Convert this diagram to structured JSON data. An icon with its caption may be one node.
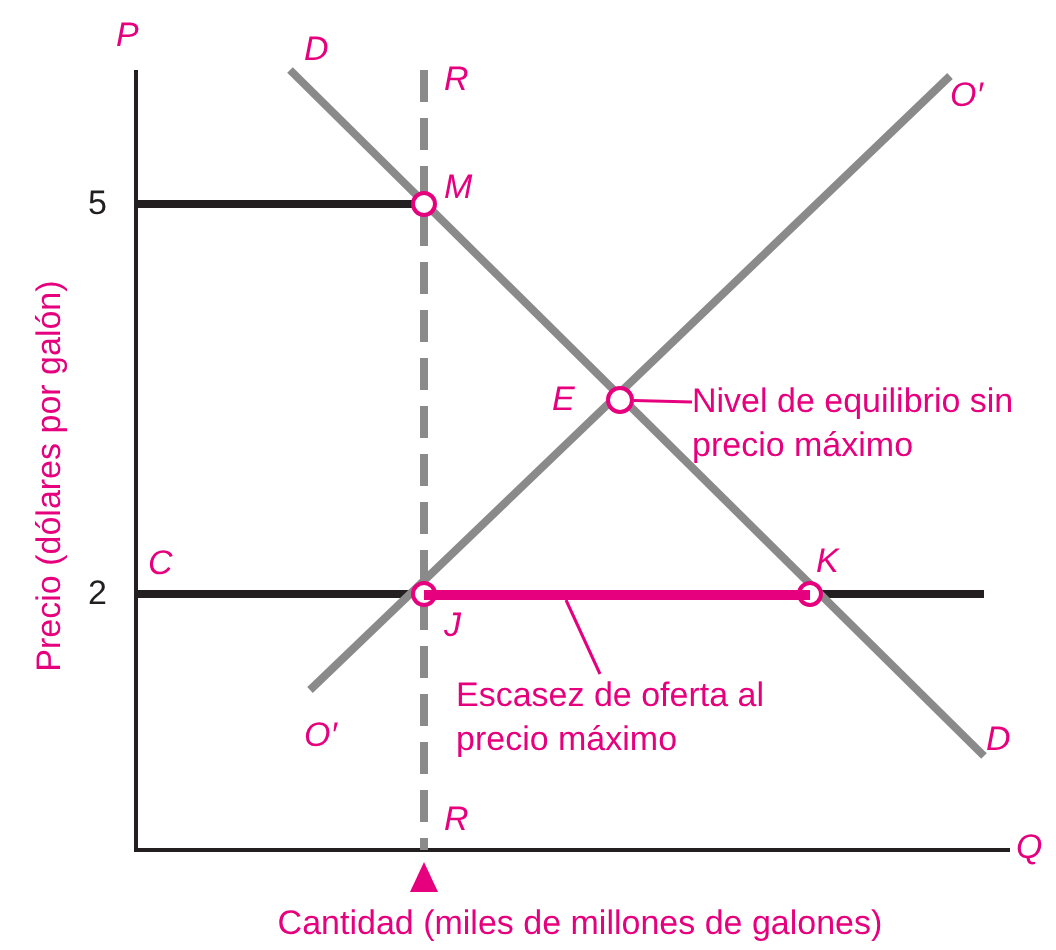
{
  "diagram": {
    "nodes": [
      {
        "text": [],
        "shape": "circle"
      },
      {
        "text": [
          "Nivel de equilibrio sin precio máximo"
        ]
      },
      {
        "text": [],
        "shape": "bar"
      },
      {
        "text": [
          "Escasez de oferta al precio máximo"
        ]
      }
    ],
    "edges": [
      {
        "from": 1,
        "to": 0,
        "arrow": "none"
      },
      {
        "from": 3,
        "to": 2,
        "arrow": "none"
      }
    ],
    "labels": [
      "P",
      "D",
      "R",
      "O′",
      "5",
      "M",
      "E",
      "C",
      "2",
      "K",
      "J",
      "O′",
      "D",
      "R",
      "Q",
      "Precio (dólares por galón)",
      "Cantidad (miles de millones de galones)"
    ]
  }
}
